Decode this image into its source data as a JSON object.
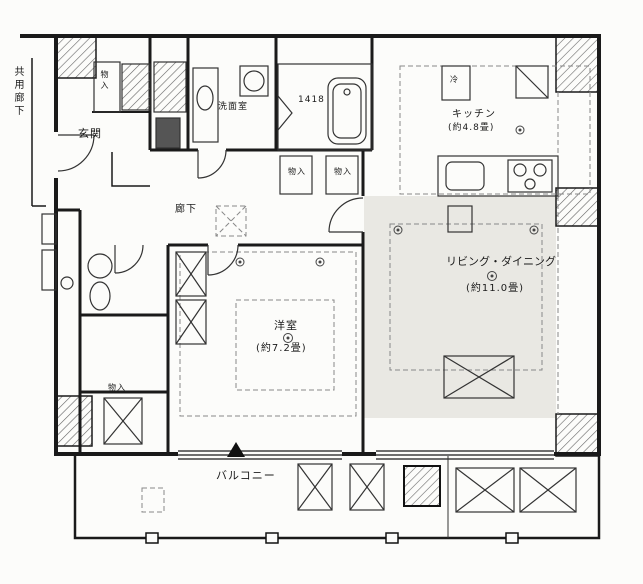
{
  "plan": {
    "rooms": {
      "common_corridor": "共用廊下",
      "entrance": "玄関",
      "corridor": "廊下",
      "washroom": "洗面室",
      "bath_size": "1418",
      "kitchen": "キッチン",
      "kitchen_size": "(約4.8畳)",
      "living": "リビング・ダイニング",
      "living_size": "(約11.0畳)",
      "bedroom": "洋室",
      "bedroom_size": "(約7.2畳)",
      "balcony": "バルコニー"
    },
    "storages": {
      "s1": "物入",
      "s2": "物入",
      "s3": "物入",
      "s4": "物入"
    },
    "fridge": "冷",
    "colors": {
      "wall": "#1a1a1a",
      "living_fill": "#e9e8e3",
      "paper": "#fcfcfa"
    }
  }
}
